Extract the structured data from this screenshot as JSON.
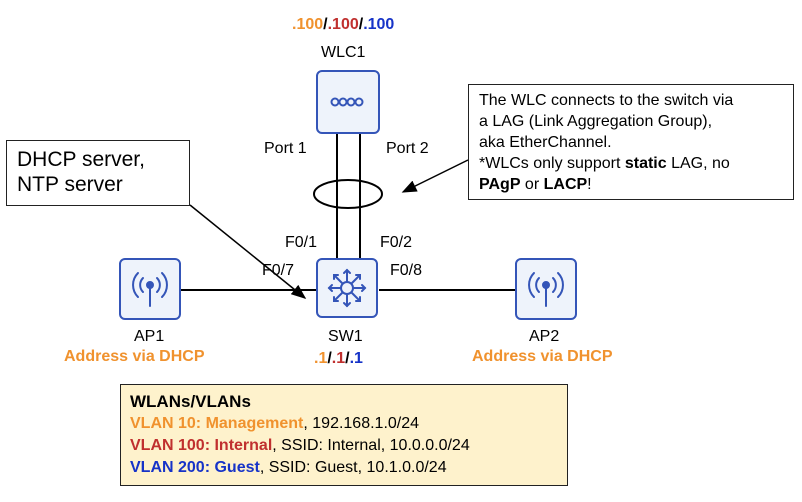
{
  "wlc": {
    "name": "WLC1",
    "addr": {
      "orange": ".100",
      "slash1": "/",
      "red": ".100",
      "slash2": "/",
      "blue": ".100"
    },
    "port1": "Port 1",
    "port2": "Port 2"
  },
  "switch": {
    "name": "SW1",
    "addr": {
      "orange": ".1",
      "slash1": "/",
      "red": ".1",
      "slash2": "/",
      "blue": ".1"
    },
    "f01": "F0/1",
    "f02": "F0/2",
    "f07": "F0/7",
    "f08": "F0/8"
  },
  "ap1": {
    "name": "AP1",
    "addr": "Address via DHCP"
  },
  "ap2": {
    "name": "AP2",
    "addr": "Address via DHCP"
  },
  "dhcp_callout": {
    "line1": "DHCP server,",
    "line2": "NTP server"
  },
  "lag_callout": {
    "line1": "The WLC connects to the switch via",
    "line2": "a LAG (Link Aggregation Group),",
    "line3": "aka EtherChannel.",
    "line4_pre": "*WLCs only support ",
    "line4_bold": "static",
    "line4_post": " LAG, no",
    "line5_b1": "PAgP",
    "line5_mid": " or ",
    "line5_b2": "LACP",
    "line5_end": "!"
  },
  "legend": {
    "title": "WLANs/VLANs",
    "rows": [
      {
        "name": "VLAN 10: Management",
        "rest": ", 192.168.1.0/24"
      },
      {
        "name": "VLAN 100: Internal",
        "rest": ", SSID: Internal, 10.0.0.0/24"
      },
      {
        "name": "VLAN 200: Guest",
        "rest": ", SSID: Guest, 10.1.0.0/24"
      }
    ]
  },
  "colors": {
    "management": "#f0922e",
    "internal": "#c0302f",
    "guest": "#1633c8",
    "device_border": "#3455b8",
    "legend_bg": "#fef2cc"
  }
}
